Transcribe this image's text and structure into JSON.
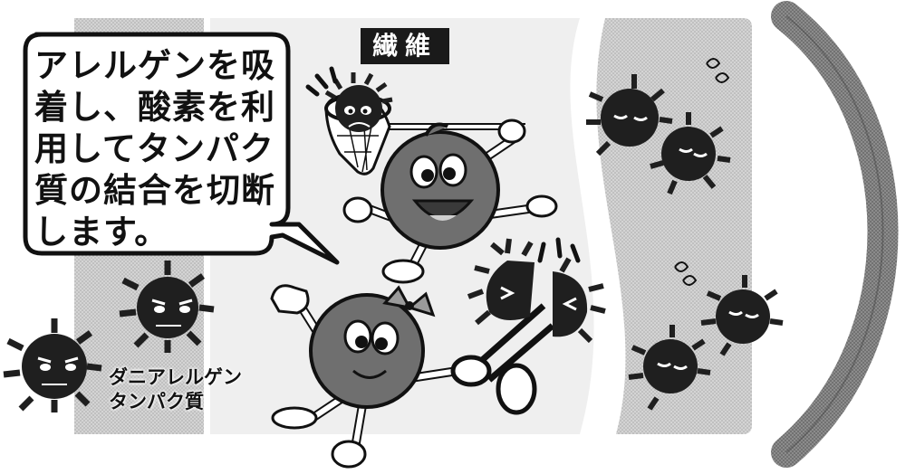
{
  "bubble": {
    "lines": [
      "アレルゲンを吸",
      "着し、酸素を利",
      "用してタンパク",
      "質の結合を切断",
      "します。"
    ]
  },
  "fiber_label": "繊維",
  "mite_label": {
    "lines": [
      "ダニアレルゲン",
      "タンパク質"
    ]
  },
  "colors": {
    "panel": "#cfcfcf",
    "ink": "#111111",
    "arc": "#8a8a8a",
    "mascot": "#6f6f6f",
    "allergen": "#1f1f1f"
  }
}
